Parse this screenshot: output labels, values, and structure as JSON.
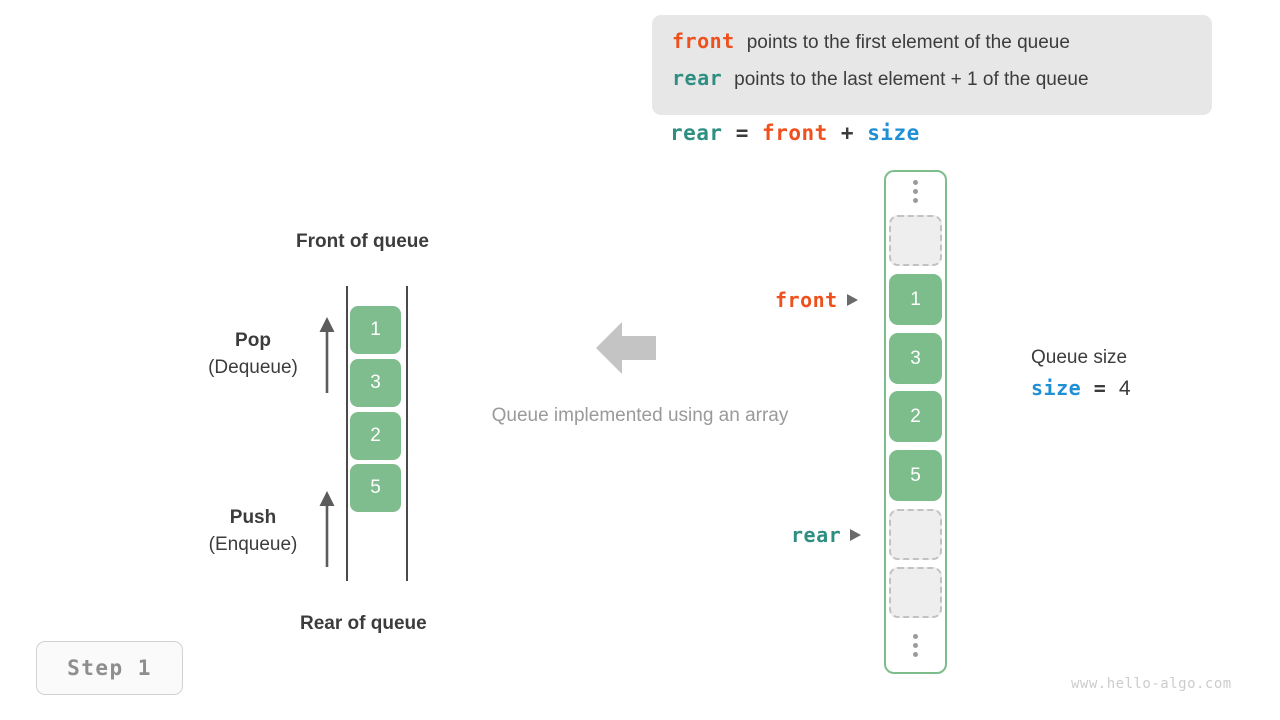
{
  "info_box": {
    "lines": [
      {
        "keyword": "front",
        "keyword_color": "#ee501e",
        "text": "points to the first element of the queue"
      },
      {
        "keyword": "rear",
        "keyword_color": "#2e8e81",
        "text": "points to the last element + 1 of the queue"
      }
    ],
    "background": "#e7e7e7"
  },
  "formula": {
    "lhs": "rear",
    "eq": "=",
    "rhs1": "front",
    "plus": "+",
    "rhs2": "size"
  },
  "left_queue": {
    "top_label": "Front of queue",
    "bottom_label": "Rear of queue",
    "cells": [
      "1",
      "3",
      "2",
      "5"
    ],
    "cell_color": "#80bd8e",
    "operations": [
      {
        "title": "Pop",
        "subtitle": "(Dequeue)"
      },
      {
        "title": "Push",
        "subtitle": "(Enqueue)"
      }
    ]
  },
  "center": {
    "caption": "Queue implemented using an array",
    "arrow_direction": "left",
    "arrow_color": "#c4c4c4"
  },
  "array": {
    "border_color": "#7dbd8b",
    "top_ellipsis": "⋮",
    "bottom_ellipsis": "⋮",
    "slots": [
      {
        "kind": "empty",
        "value": ""
      },
      {
        "kind": "filled",
        "value": "1"
      },
      {
        "kind": "filled",
        "value": "3"
      },
      {
        "kind": "filled",
        "value": "2"
      },
      {
        "kind": "filled",
        "value": "5"
      },
      {
        "kind": "empty",
        "value": ""
      },
      {
        "kind": "empty",
        "value": ""
      }
    ],
    "pointers": [
      {
        "name": "front",
        "color": "#ee501e"
      },
      {
        "name": "rear",
        "color": "#2e8e81"
      }
    ]
  },
  "size_note": {
    "title": "Queue size",
    "var": "size",
    "eq": "=",
    "value": "4",
    "var_color": "#1f8fd6"
  },
  "step_badge": {
    "label": "Step 1"
  },
  "watermark": {
    "text": "www.hello-algo.com"
  }
}
